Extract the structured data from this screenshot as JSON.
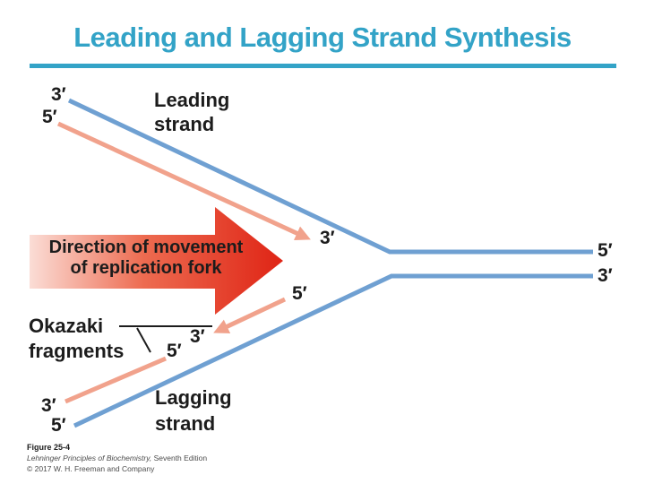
{
  "title": "Leading and Lagging Strand Synthesis",
  "diagram": {
    "leading_label": {
      "line1": "Leading",
      "line2": "strand"
    },
    "lagging_label": {
      "line1": "Lagging",
      "line2": "strand"
    },
    "okazaki_label": {
      "line1": "Okazaki",
      "line2": "fragments"
    },
    "direction_label": {
      "line1": "Direction of movement",
      "line2": "of replication fork"
    },
    "primes": {
      "top_3": "3′",
      "top_5": "5′",
      "leading_head_3": "3′",
      "right_5": "5′",
      "right_3": "3′",
      "frag1_5": "5′",
      "frag1_3": "3′",
      "frag2_5": "5′",
      "bottom_3": "3′",
      "bottom_5": "5′"
    }
  },
  "caption": {
    "figure": "Figure 25-4",
    "source_title": "Lehninger Principles of Biochemistry,",
    "source_edition": "Seventh Edition",
    "copyright": "© 2017 W. H. Freeman and Company"
  },
  "colors": {
    "accent": "#33a3c7",
    "strand_blue": "#6fa0d2",
    "strand_salmon": "#f1a28c",
    "fork_start": "#fbddd6",
    "fork_mid": "#ed6b50",
    "fork_end": "#df2415",
    "ink": "#1c1c1c",
    "caption_gray": "#4d4d4d"
  }
}
